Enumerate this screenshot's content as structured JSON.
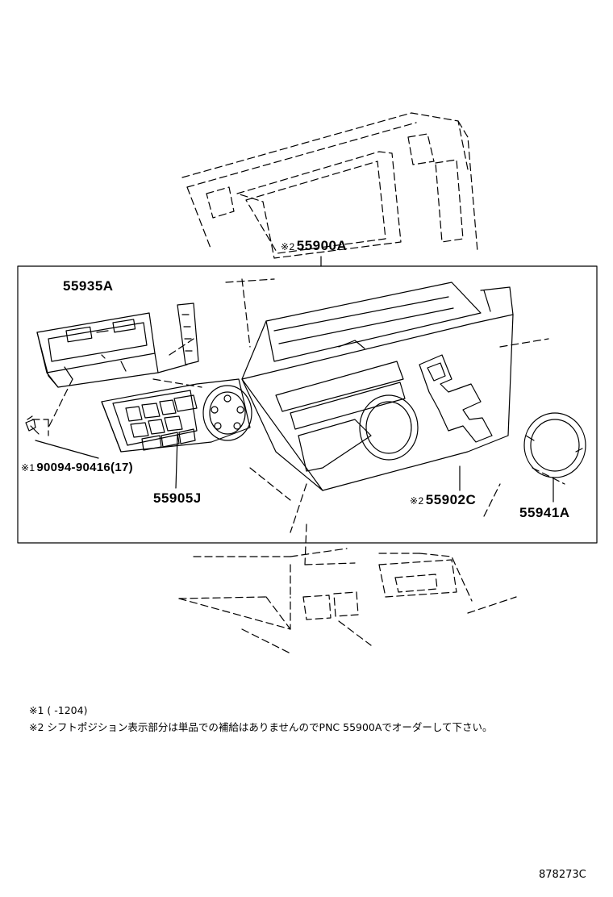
{
  "diagram": {
    "parts": {
      "assembly": {
        "mark": "※2",
        "number": "55900A"
      },
      "display": {
        "number": "55935A"
      },
      "bolt": {
        "mark": "※1",
        "number": "90094-90416(17)"
      },
      "control_switch": {
        "number": "55905J"
      },
      "panel": {
        "mark": "※2",
        "number": "55902C"
      },
      "ring": {
        "number": "55941A"
      }
    },
    "notes": [
      "※1 (    -1204)",
      "※2 シフトポジション表示部分は単品での補給はありませんのでPNC 55900Aでオーダーして下さい。"
    ],
    "drawing_code": "878273C"
  }
}
